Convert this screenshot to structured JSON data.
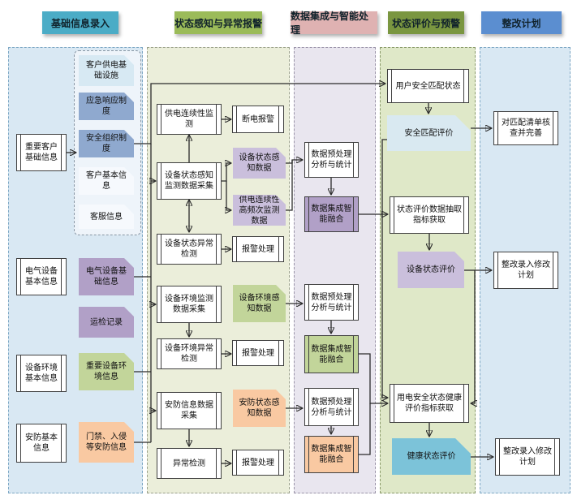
{
  "headers": {
    "basic_info": "基础信息录入",
    "status_sense": "状态感知与异常报警",
    "data_integration": "数据集成与智能处理",
    "status_eval": "状态评价与预警",
    "plan": "整改计划"
  },
  "nodes": {
    "important_customer": {
      "label": "重要客户基础信息"
    },
    "customer_power_infra": {
      "label": "客户供电基础设施"
    },
    "emergency_response": {
      "label": "应急响应制度"
    },
    "safety_org": {
      "label": "安全组织制度"
    },
    "customer_basic": {
      "label": "客户基本信息"
    },
    "customer_service": {
      "label": "客服信息"
    },
    "electrical_basic": {
      "label": "电气设备基本信息"
    },
    "electrical_base_info": {
      "label": "电气设备基础信息"
    },
    "inspection_record": {
      "label": "运检记录"
    },
    "env_basic": {
      "label": "设备环境基本信息"
    },
    "key_env_info": {
      "label": "重要设备环境信息"
    },
    "security_basic": {
      "label": "安防基本信息"
    },
    "access_intrusion": {
      "label": "门禁、入侵等安防信息"
    },
    "power_continuity_monitor": {
      "label": "供电连续性监测"
    },
    "outage_alarm": {
      "label": "断电报警"
    },
    "device_state_collect": {
      "label": "设备状态感知监测数据采集"
    },
    "device_state_data": {
      "label": "设备状态感知数据"
    },
    "continuity_hf_data": {
      "label": "供电连续性高频次监测数据"
    },
    "device_state_anomaly": {
      "label": "设备状态异常检测"
    },
    "alarm_handle_1": {
      "label": "报警处理"
    },
    "env_collect": {
      "label": "设备环境监测数据采集"
    },
    "env_sense_data": {
      "label": "设备环境感知数据"
    },
    "env_anomaly": {
      "label": "设备环境异常检测"
    },
    "alarm_handle_2": {
      "label": "报警处理"
    },
    "security_collect": {
      "label": "安防信息数据采集"
    },
    "security_sense_data": {
      "label": "安防状态感知数据"
    },
    "anomaly_detect": {
      "label": "异常检测"
    },
    "alarm_handle_3": {
      "label": "报警处理"
    },
    "preprocess_1": {
      "label": "数据预处理分析与统计"
    },
    "fusion_1": {
      "label": "数据集成智能融合"
    },
    "preprocess_2": {
      "label": "数据预处理分析与统计"
    },
    "fusion_2": {
      "label": "数据集成智能融合"
    },
    "preprocess_3": {
      "label": "数据预处理分析与统计"
    },
    "fusion_3": {
      "label": "数据集成智能融合"
    },
    "user_safety_match": {
      "label": "用户安全匹配状态"
    },
    "safety_match_eval": {
      "label": "安全匹配评价"
    },
    "eval_data_extract": {
      "label": "状态评价数据抽取指标获取"
    },
    "device_state_eval": {
      "label": "设备状态评价"
    },
    "health_index_fetch": {
      "label": "用电安全状态健康评价指标获取"
    },
    "health_eval": {
      "label": "健康状态评价"
    },
    "match_list_check": {
      "label": "对匹配清单核查并完善"
    },
    "plan_entry_1": {
      "label": "整改录入修改计划"
    },
    "plan_entry_2": {
      "label": "整改录入修改计划"
    }
  },
  "palette": {
    "header_basic_info": "#4bacc6",
    "header_status_sense": "#9bbb59",
    "header_data_integration": "#dfb2b2",
    "header_status_eval": "#7a9640",
    "header_plan": "#5b8ed0",
    "lane_blue_bg": "#d9e8f3",
    "lane_green_bg": "#ebeeda",
    "lane_purple_bg": "#e9e6ef",
    "lane_olive_bg": "#dfe8c8",
    "card_slate_blue": "#8fa9cf",
    "card_light_blue": "#d7e9f3",
    "card_pale_blue": "#f6f9fd",
    "card_purple": "#b1a0c7",
    "card_light_purple": "#cabfdc",
    "card_green": "#c2d59a",
    "card_orange": "#f9c9a2",
    "card_eval_blue": "#d9e9f1",
    "card_cyan": "#7cc3d9",
    "line_color": "#2b2b2b"
  }
}
